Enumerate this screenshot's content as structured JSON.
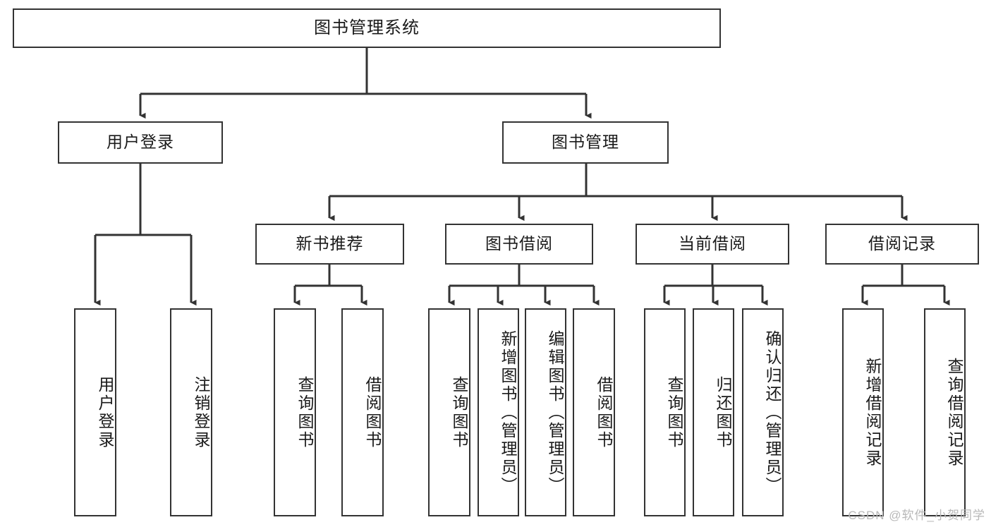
{
  "diagram": {
    "title": "图书管理系统",
    "type": "tree",
    "watermark": "CSDN @软件_小贺同学",
    "colors": {
      "box_border": "#333333",
      "box_fill": "#ffffff",
      "connector": "#333333",
      "watermark": "#b8b8b8"
    },
    "nodes": {
      "root": {
        "label": "图书管理系统"
      },
      "level2": [
        {
          "id": "user-login",
          "label": "用户登录"
        },
        {
          "id": "book-manage",
          "label": "图书管理"
        }
      ],
      "level3": [
        {
          "id": "new-book-recommend",
          "label": "新书推荐"
        },
        {
          "id": "book-borrow",
          "label": "图书借阅"
        },
        {
          "id": "current-borrow",
          "label": "当前借阅"
        },
        {
          "id": "borrow-record",
          "label": "借阅记录"
        }
      ],
      "leaves": {
        "user_login": [
          {
            "id": "leaf-user-login",
            "label": "用户登录"
          },
          {
            "id": "leaf-logout-login",
            "label": "注销登录"
          }
        ],
        "new_book_recommend": [
          {
            "id": "leaf-query-book-1",
            "label": "查询图书"
          },
          {
            "id": "leaf-borrow-book-1",
            "label": "借阅图书"
          }
        ],
        "book_borrow": [
          {
            "id": "leaf-query-book-2",
            "label": "查询图书"
          },
          {
            "id": "leaf-add-book",
            "label": "新增图书（管理员）"
          },
          {
            "id": "leaf-edit-book",
            "label": "编辑图书（管理员）"
          },
          {
            "id": "leaf-borrow-book-2",
            "label": "借阅图书"
          }
        ],
        "current_borrow": [
          {
            "id": "leaf-query-book-3",
            "label": "查询图书"
          },
          {
            "id": "leaf-return-book",
            "label": "归还图书"
          },
          {
            "id": "leaf-confirm-return",
            "label": "确认归还（管理员）"
          }
        ],
        "borrow_record": [
          {
            "id": "leaf-add-record",
            "label": "新增借阅记录"
          },
          {
            "id": "leaf-query-record",
            "label": "查询借阅记录"
          }
        ]
      }
    }
  }
}
